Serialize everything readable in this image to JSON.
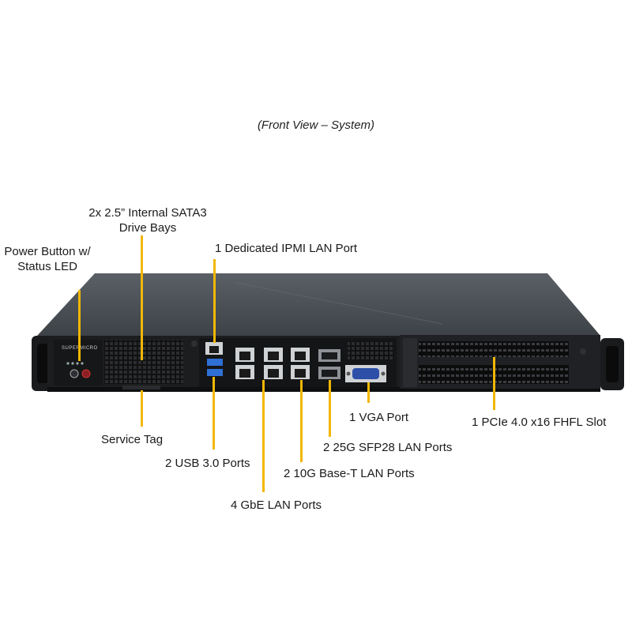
{
  "caption": "(Front View – System)",
  "brand": "SUPERMICRO",
  "labels": {
    "drive_bays_line1": "2x 2.5” Internal  SATA3",
    "drive_bays_line2": "Drive Bays",
    "power_line1": "Power Button w/",
    "power_line2": "Status LED",
    "ipmi": "1 Dedicated IPMI  LAN Port",
    "service_tag": "Service Tag",
    "usb": "2 USB 3.0 Ports",
    "gbe": "4 GbE LAN Ports",
    "tenG": "2 10G Base-T LAN Ports",
    "sfp": "2 25G  SFP28 LAN Ports",
    "vga": "1 VGA Port",
    "pcie": "1 PCIe 4.0 x16 FHFL Slot"
  },
  "colors": {
    "leader": "#f2b705",
    "chassis_top": "#4b5157",
    "front_panel": "#1c1d1f",
    "vga_blue": "#2d4fa8",
    "usb_blue": "#2f6fd6"
  },
  "icons": [
    "power-button-icon",
    "usb-port-icon",
    "rj45-port-icon",
    "sfp-cage-icon",
    "vga-port-icon"
  ]
}
